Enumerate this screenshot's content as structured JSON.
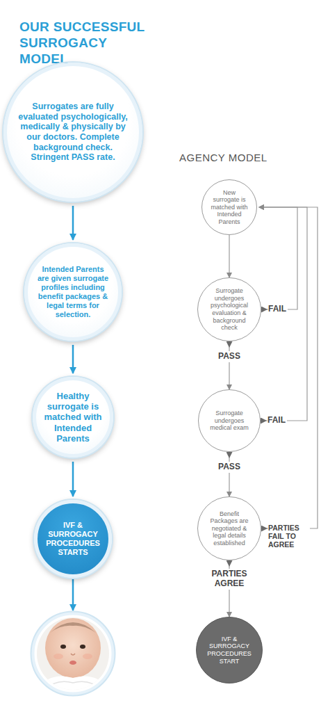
{
  "diagram": {
    "title": "OUR SUCCESSFUL SURROGACY MODEL",
    "nodes": [
      {
        "text": [
          "Surrogates are fully evaluated psychologically, medically & physically by our doctors. Complete background check. Stringent PASS rate."
        ]
      },
      {
        "text": [
          "Intended Parents are given surrogate profiles including benefit packages & legal terms for selection."
        ]
      },
      {
        "text": [
          "Healthy surrogate is matched with Intended Parents"
        ]
      },
      {
        "text": [
          "IVF & SURROGACY PROCEDURES STARTS"
        ]
      },
      {
        "text": [
          "New surrogate is matched with Intended Parents"
        ]
      },
      {
        "text": [
          "Surrogate undergoes psychological evaluation & background check"
        ]
      },
      {
        "text": [
          "Surrogate undergoes medical exam"
        ]
      },
      {
        "text": [
          "Benefit Packages are negotiated & legal details established"
        ]
      },
      {
        "text": [
          "IVF & SURROGACY PROCEDURES START"
        ]
      }
    ],
    "edges": [
      {
        "from": 0,
        "to": 1,
        "arrow": "to"
      },
      {
        "from": 1,
        "to": 2,
        "arrow": "to"
      },
      {
        "from": 2,
        "to": 3,
        "arrow": "to"
      },
      {
        "from": 4,
        "to": 5,
        "arrow": "to"
      },
      {
        "from": 5,
        "to": 6,
        "label": "PASS",
        "arrow": "to"
      },
      {
        "from": 6,
        "to": 7,
        "label": "PASS",
        "arrow": "to"
      },
      {
        "from": 7,
        "to": 8,
        "label": "PARTIES AGREE",
        "arrow": "to"
      },
      {
        "from": 5,
        "to": 4,
        "label": "FAIL",
        "arrow": "to"
      },
      {
        "from": 6,
        "to": 4,
        "label": "FAIL",
        "arrow": "to"
      },
      {
        "from": 7,
        "to": 4,
        "label": "PARTIES FAIL TO AGREE",
        "arrow": "to"
      }
    ],
    "labels": [
      "AGENCY MODEL"
    ]
  }
}
